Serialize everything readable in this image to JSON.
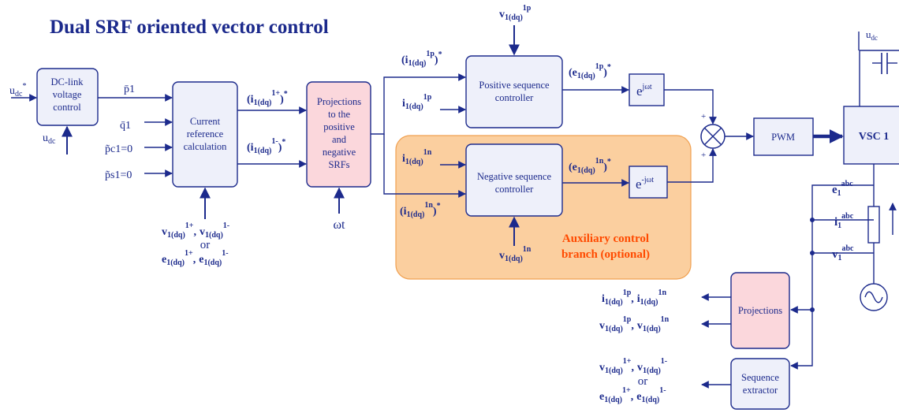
{
  "colors": {
    "navy": "#1c2a8c",
    "block_fill": "#eef0fa",
    "pink_fill": "#fbd7dc",
    "aux_fill": "#fbcf9f",
    "aux_stroke": "#f0a050",
    "aux_text": "#ff4a00"
  },
  "title": "Dual SRF oriented vector control",
  "blocks": {
    "dc_link": [
      "DC-link",
      "voltage",
      "control"
    ],
    "current_ref": [
      "Current",
      "reference",
      "calculation"
    ],
    "projections_srf": [
      "Projections",
      "to the",
      "positive",
      "and",
      "negative",
      "SRFs"
    ],
    "pos_controller": [
      "Positive sequence",
      "controller"
    ],
    "neg_controller": [
      "Negative sequence",
      "controller"
    ],
    "ejwt": {
      "base": "e",
      "sup": "jωt"
    },
    "emjwt": {
      "base": "e",
      "sup": "-jωt"
    },
    "pwm": "PWM",
    "vsc": "VSC 1",
    "projections": "Projections",
    "seq_extractor": [
      "Sequence",
      "extractor"
    ]
  },
  "aux_branch": [
    "Auxiliary control",
    "branch (optional)"
  ],
  "signals": {
    "udc_ref": {
      "base": "u",
      "sub": "dc",
      "sup": "*"
    },
    "udc_fb": {
      "base": "u",
      "sub": "dc"
    },
    "udc_top": {
      "base": "u",
      "sub": "dc"
    },
    "p1": "p̄1",
    "q1": "q̄1",
    "pc1": "p̃c1=0",
    "ps1": "p̃s1=0",
    "i_plus": {
      "base": "(i",
      "sub": "1(dq)",
      "sup": "1+",
      "close": ")",
      "star": "*"
    },
    "i_minus": {
      "base": "(i",
      "sub": "1(dq)",
      "sup": "1-",
      "close": ")",
      "star": "*"
    },
    "i_1p_ref": {
      "base": "(i",
      "sub": "1(dq)",
      "sup": "1p",
      "close": ")",
      "star": "*"
    },
    "i_1p": {
      "base": "i",
      "sub": "1(dq)",
      "sup": "1p"
    },
    "i_1n": {
      "base": "i",
      "sub": "1(dq)",
      "sup": "1n"
    },
    "i_1n_ref": {
      "base": "(i",
      "sub": "1(dq)",
      "sup": "1n",
      "close": ")",
      "star": "*"
    },
    "v_1p_top": {
      "base": "v",
      "sub": "1(dq)",
      "sup": "1p"
    },
    "v_1n_bottom": {
      "base": "v",
      "sub": "1(dq)",
      "sup": "1n"
    },
    "e_1p_ref": {
      "base": "(e",
      "sub": "1(dq)",
      "sup": "1p",
      "close": ")",
      "star": "*"
    },
    "e_1n_ref": {
      "base": "(e",
      "sub": "1(dq)",
      "sup": "1n",
      "close": ")",
      "star": "*"
    },
    "e1abc": {
      "base": "e",
      "sub": "1",
      "sup": "abc"
    },
    "i1abc": {
      "base": "i",
      "sub": "1",
      "sup": "abc"
    },
    "v1abc": {
      "base": "v",
      "sub": "1",
      "sup": "abc"
    },
    "omega_t": "ωt",
    "or": "or",
    "plus": "+",
    "comma": ","
  },
  "vectors": {
    "v_pm": {
      "a": {
        "base": "v",
        "sub": "1(dq)",
        "sup": "1+"
      },
      "b": {
        "base": "v",
        "sub": "1(dq)",
        "sup": "1-"
      }
    },
    "e_pm": {
      "a": {
        "base": "e",
        "sub": "1(dq)",
        "sup": "1+"
      },
      "b": {
        "base": "e",
        "sub": "1(dq)",
        "sup": "1-"
      }
    },
    "i_pn": {
      "a": {
        "base": "i",
        "sub": "1(dq)",
        "sup": "1p"
      },
      "b": {
        "base": "i",
        "sub": "1(dq)",
        "sup": "1n"
      }
    },
    "v_pn": {
      "a": {
        "base": "v",
        "sub": "1(dq)",
        "sup": "1p"
      },
      "b": {
        "base": "v",
        "sub": "1(dq)",
        "sup": "1n"
      }
    }
  }
}
